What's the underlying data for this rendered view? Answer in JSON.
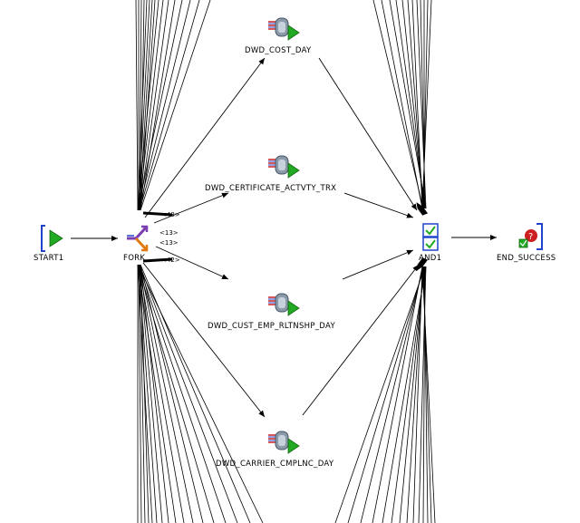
{
  "workflow": {
    "nodes": {
      "start": {
        "label": "START1",
        "icon": "start-icon"
      },
      "fork": {
        "label": "FORK",
        "icon": "fork-icon"
      },
      "and": {
        "label": "AND1",
        "icon": "and-join-icon"
      },
      "end": {
        "label": "END_SUCCESS",
        "icon": "end-success-icon"
      },
      "tasks": [
        {
          "label": "DWD_COST_DAY",
          "icon": "mapping-task-icon"
        },
        {
          "label": "DWD_CERTIFICATE_ACTVTY_TRX",
          "icon": "mapping-task-icon"
        },
        {
          "label": "DWD_CUST_EMP_RLTNSHP_DAY",
          "icon": "mapping-task-icon"
        },
        {
          "label": "DWD_CARRIER_CMPLNC_DAY",
          "icon": "mapping-task-icon"
        }
      ]
    },
    "edge_labels": {
      "fork_top": "<48>",
      "fork_mid1": "<13>",
      "fork_mid2": "<13>",
      "fork_bottom": "<42>"
    },
    "colors": {
      "line": "#000000",
      "accent_green": "#22aa22",
      "accent_blue": "#2244cc",
      "accent_purple": "#7a3fb0",
      "accent_orange": "#e07a10",
      "accent_red": "#cc2020"
    }
  }
}
